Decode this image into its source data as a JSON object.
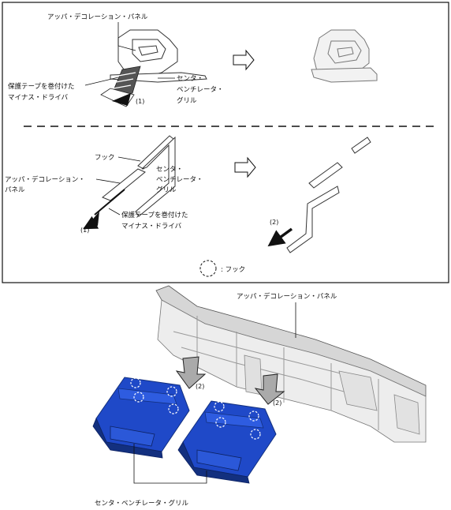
{
  "top_panel": {
    "step1": {
      "upper_panel_label": "アッパ・デコレーション・パネル",
      "tool_label_line1": "保護テープを巻付けた",
      "tool_label_line2": "マイナス・ドライバ",
      "grille_label_line1": "センタ・",
      "grille_label_line2": "ベンチレータ・",
      "grille_label_line3": "グリル",
      "step_no": "(1)"
    },
    "step2": {
      "hook_label": "フック",
      "upper_panel_label_line1": "アッパ・デコレーション・",
      "upper_panel_label_line2": "パネル",
      "grille_label_line1": "センタ・",
      "grille_label_line2": "ベンチレータ・",
      "grille_label_line3": "グリル",
      "tool_label_line1": "保護テープを巻付けた",
      "tool_label_line2": "マイナス・ドライバ",
      "step_no_1": "(1)",
      "step_no_2": "(2)"
    },
    "legend": {
      "hook_legend": ": フック"
    }
  },
  "bottom_figure": {
    "upper_panel_label": "アッパ・デコレーション・パネル",
    "step_no_left": "(2)",
    "step_no_right": "(2)",
    "grille_label": "センタ・ベンチレータ・グリル"
  },
  "colors": {
    "grille_blue": "#1f49c8",
    "grille_blue_dark": "#13307f",
    "frame_grey": "#cfcfcf"
  }
}
